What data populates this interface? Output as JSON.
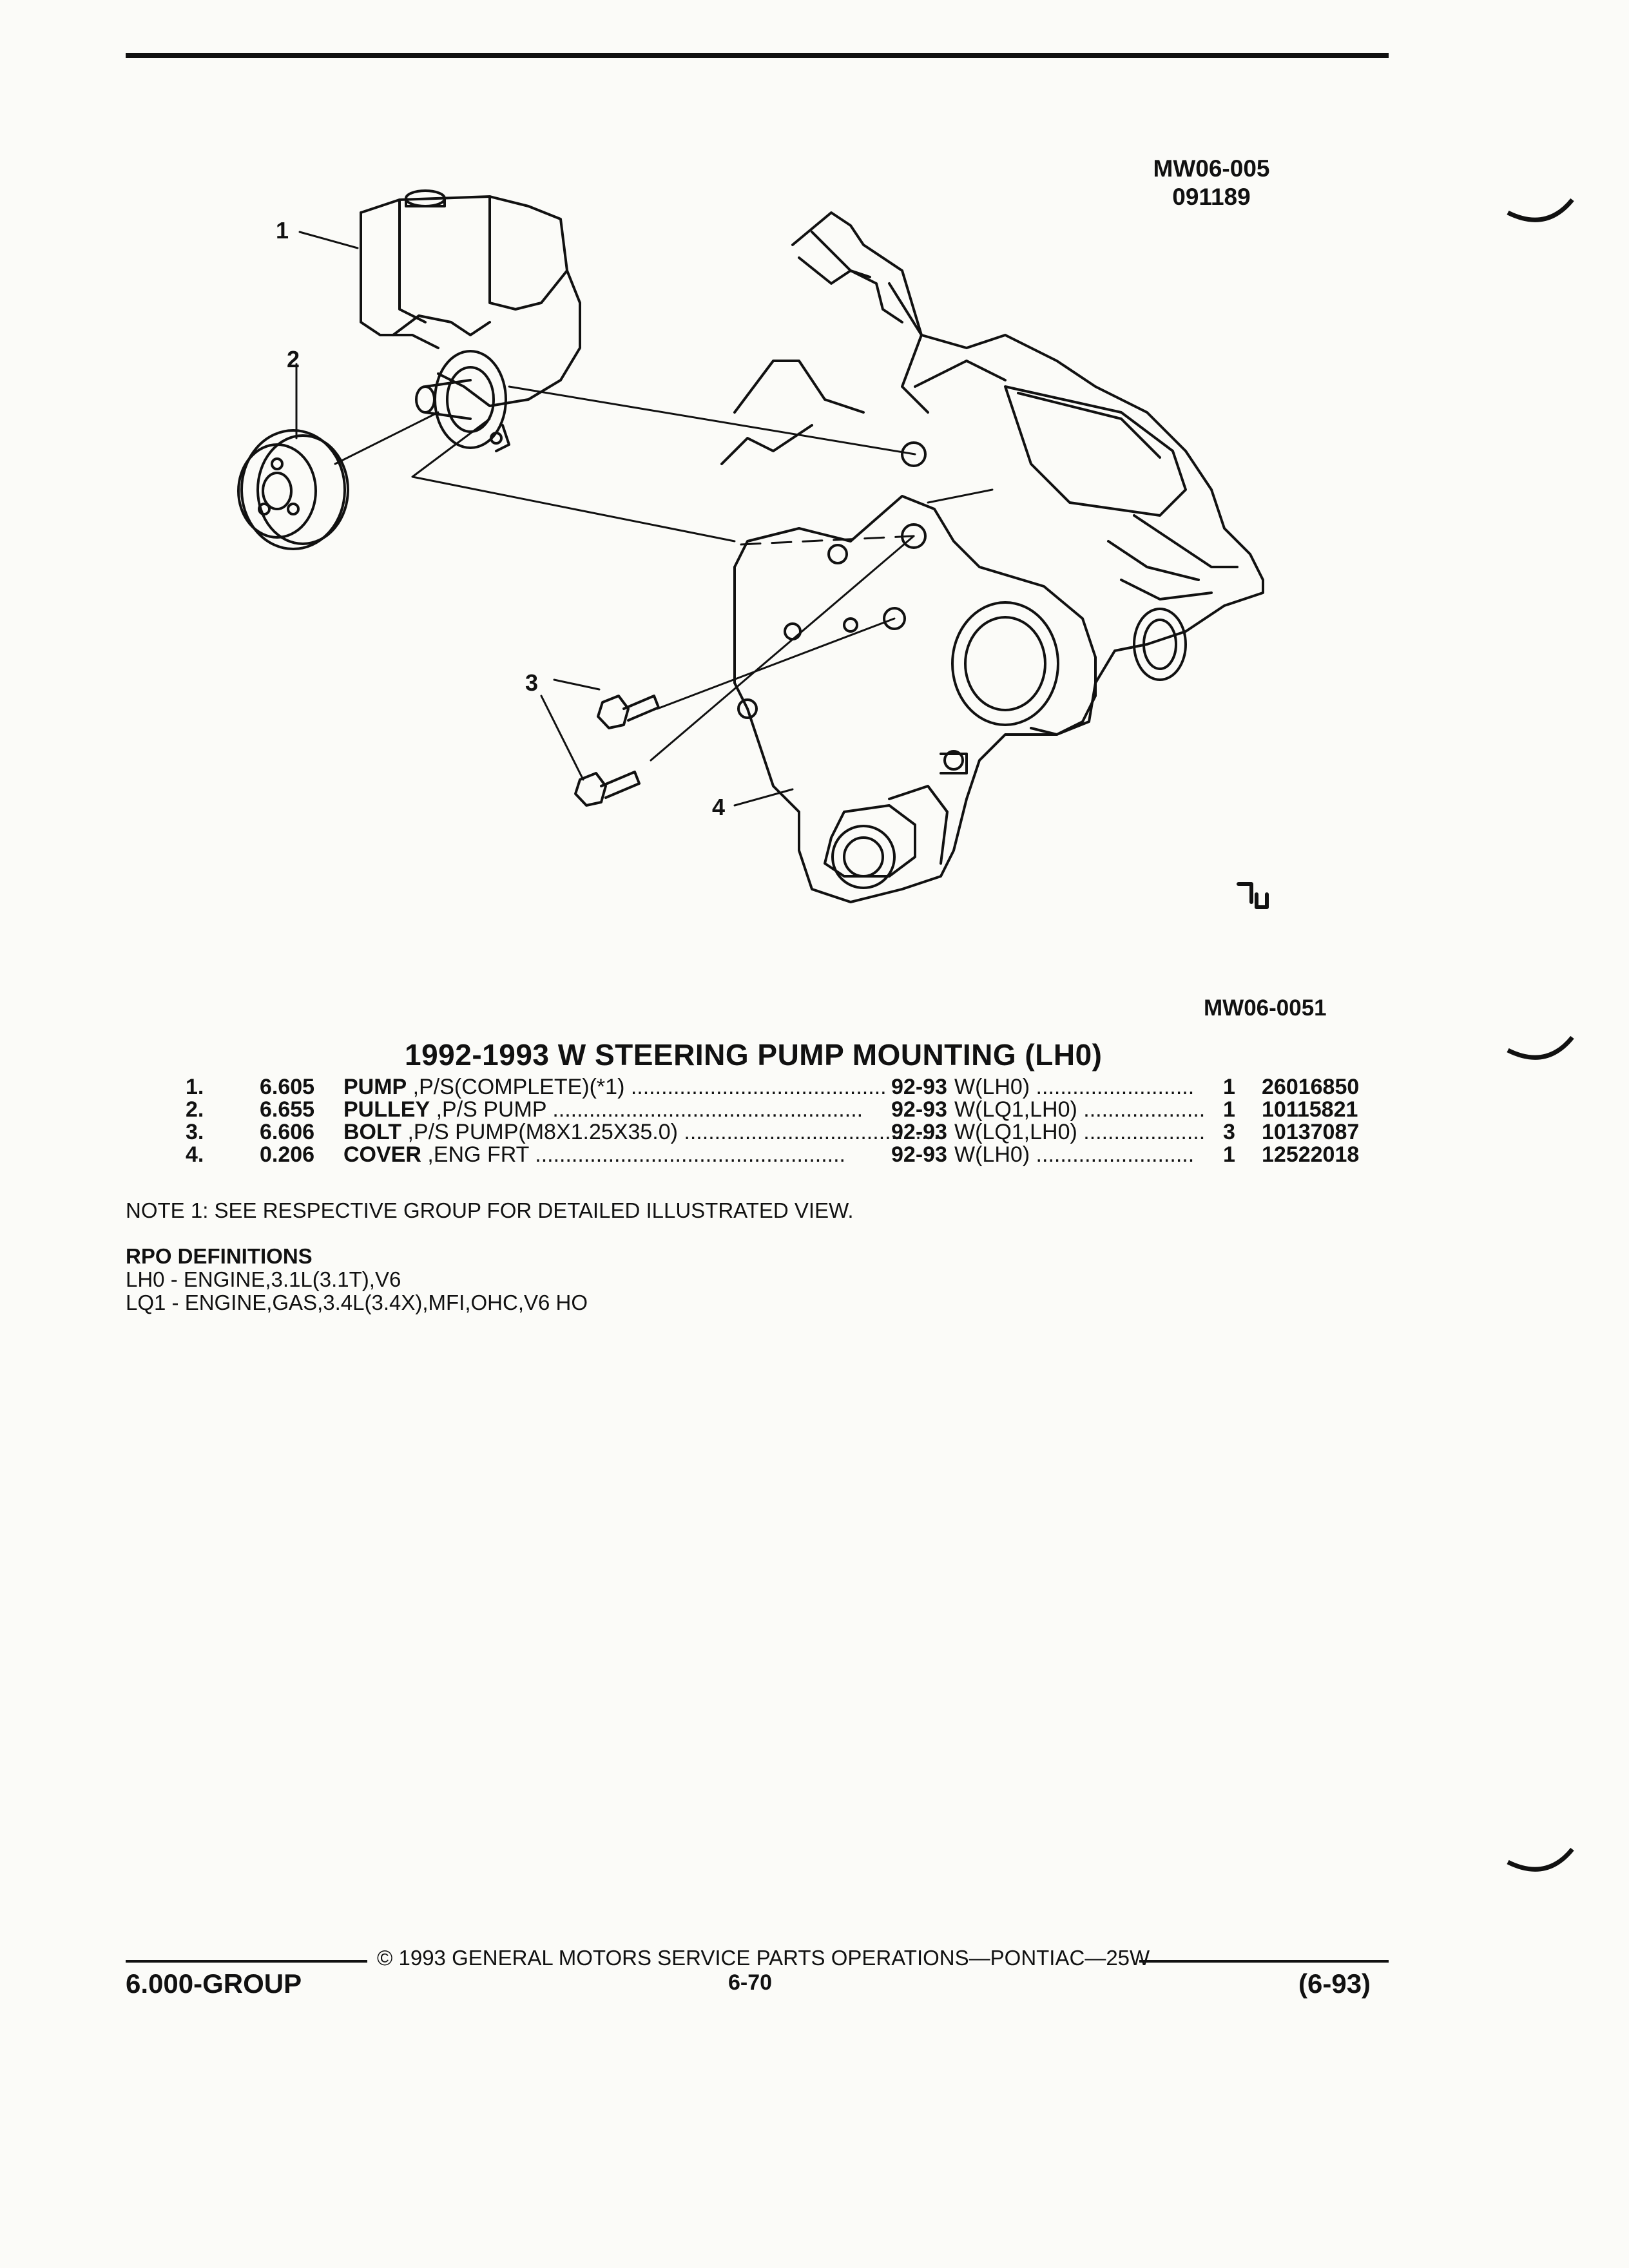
{
  "figure": {
    "code_top": [
      "MW06-005",
      "091189"
    ],
    "code_bottom": "MW06-0051",
    "callouts": [
      "1",
      "2",
      "3",
      "4"
    ]
  },
  "title": "1992-1993 W STEERING PUMP MOUNTING (LH0)",
  "parts": [
    {
      "no": "1.",
      "group": "6.605",
      "name": "PUMP",
      "desc": " ,P/S(COMPLETE)(*1) ..........................................",
      "years": "92-93",
      "models": "W(LH0) ..........................",
      "qty": "1",
      "part_number": "26016850"
    },
    {
      "no": "2.",
      "group": "6.655",
      "name": "PULLEY",
      "desc": " ,P/S PUMP ...................................................",
      "years": "92-93",
      "models": "W(LQ1,LH0) ....................",
      "qty": "1",
      "part_number": "10115821"
    },
    {
      "no": "3.",
      "group": "6.606",
      "name": "BOLT",
      "desc": " ,P/S PUMP(M8X1.25X35.0) ..........................................",
      "years": "92-93",
      "models": "W(LQ1,LH0) ....................",
      "qty": "3",
      "part_number": "10137087"
    },
    {
      "no": "4.",
      "group": "0.206",
      "name": "COVER",
      "desc": " ,ENG FRT ...................................................",
      "years": "92-93",
      "models": "W(LH0) ..........................",
      "qty": "1",
      "part_number": "12522018"
    }
  ],
  "note": "NOTE  1:  SEE RESPECTIVE GROUP FOR DETAILED ILLUSTRATED VIEW.",
  "rpo": {
    "heading": "RPO DEFINITIONS",
    "items": [
      "LH0 - ENGINE,3.1L(3.1T),V6",
      "LQ1 - ENGINE,GAS,3.4L(3.4X),MFI,OHC,V6 HO"
    ]
  },
  "footer": {
    "copyright": "© 1993  GENERAL MOTORS SERVICE PARTS OPERATIONS—PONTIAC—25W",
    "group": "6.000-GROUP",
    "page": "6-70",
    "date": "(6-93)"
  }
}
